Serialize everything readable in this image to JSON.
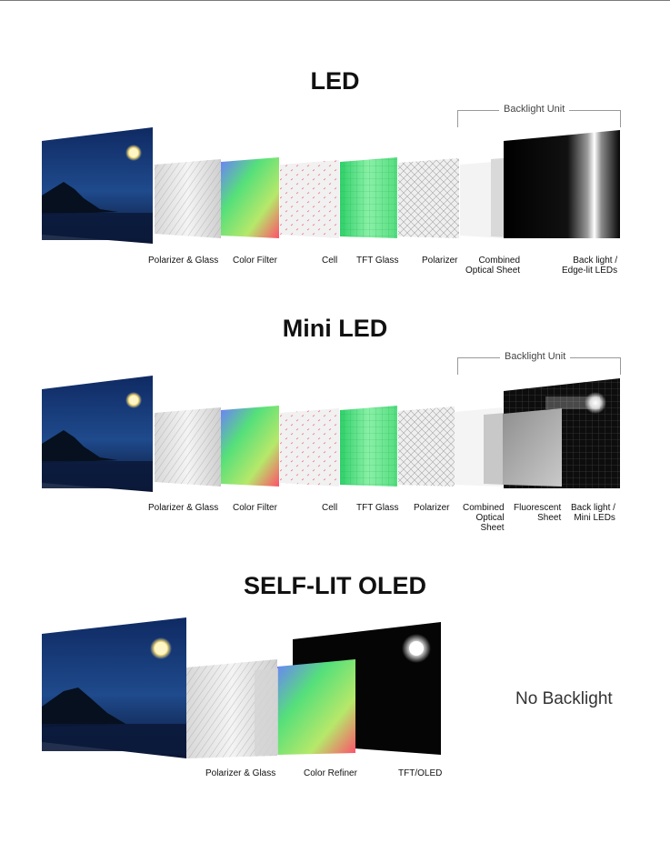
{
  "sections": [
    {
      "title": "LED",
      "backlight_unit_label": "Backlight Unit",
      "layers": [
        "Polarizer & Glass",
        "Color Filter",
        "Cell",
        "TFT Glass",
        "Polarizer",
        "Combined\nOptical Sheet",
        "Back light /\nEdge-lit LEDs"
      ]
    },
    {
      "title": "Mini LED",
      "backlight_unit_label": "Backlight Unit",
      "layers": [
        "Polarizer & Glass",
        "Color Filter",
        "Cell",
        "TFT Glass",
        "Polarizer",
        "Combined\nOptical\nSheet",
        "Fluorescent\nSheet",
        "Back light /\nMini LEDs"
      ]
    },
    {
      "title": "SELF-LIT OLED",
      "layers": [
        "Polarizer & Glass",
        "Color Refiner",
        "TFT/OLED"
      ],
      "note": "No Backlight"
    }
  ]
}
